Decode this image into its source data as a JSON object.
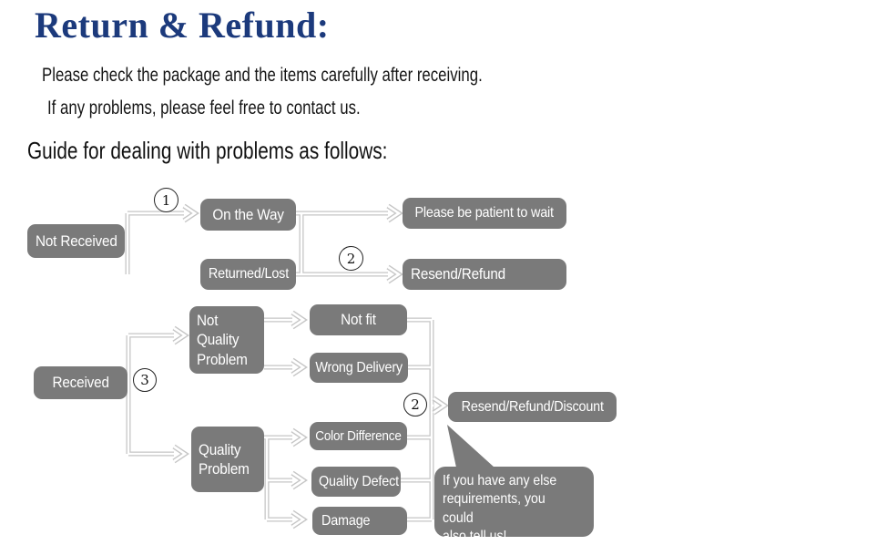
{
  "header": {
    "title": "Return & Refund:",
    "intro_line_1": "Please check the package and the items carefully after receiving.",
    "intro_line_2": "If any problems, please feel free to contact us.",
    "guide_heading": "Guide for dealing with problems as follows:"
  },
  "colors": {
    "title-blue": "#1c3a7c",
    "box-gray": "#7a7a7a",
    "box-text": "#ffffff",
    "arrow-gray": "#c6c6c6",
    "body-text": "#151515"
  },
  "flow": {
    "nodes": {
      "not_received": "Not Received",
      "on_the_way": "On the Way",
      "returned_lost": "Returned/Lost",
      "please_wait": "Please be patient to wait",
      "resend_refund": "Resend/Refund",
      "received": "Received",
      "not_quality_problem": "Not\nQuality\nProblem",
      "not_fit": "Not fit",
      "wrong_delivery": "Wrong Delivery",
      "quality_problem": "Quality\nProblem",
      "color_difference": "Color Difference",
      "quality_defect": "Quality Defect",
      "damage": "Damage",
      "resend_refund_discount": "Resend/Refund/Discount"
    },
    "badges": {
      "step1": "1",
      "step2": "2",
      "step3": "3"
    },
    "note_bubble": "If you have any else\nrequirements, you could\nalso tell us!"
  }
}
